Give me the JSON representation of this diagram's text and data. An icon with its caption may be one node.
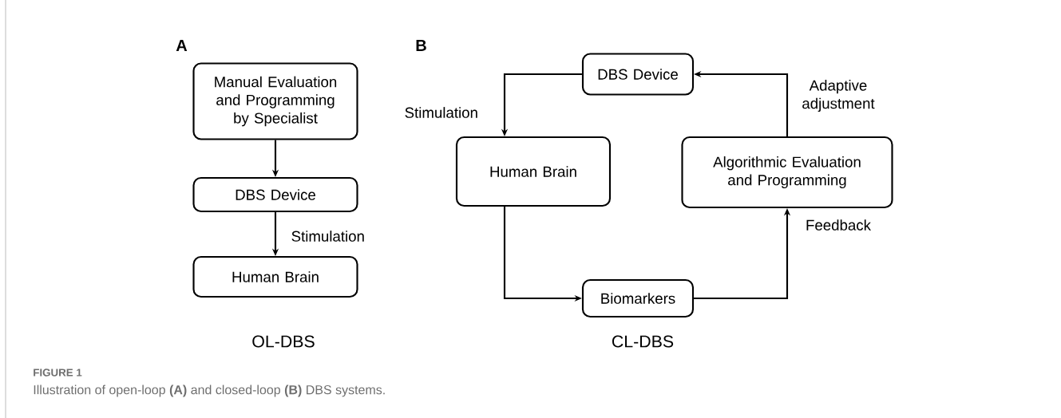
{
  "diagram": {
    "caption": "Illustration of open-loop **(A)** and closed-loop **(B)** DBS systems.",
    "nodes": [
      {
        "text": [
          "Manual Evaluation and Programming by Specialist"
        ]
      },
      {
        "text": [
          "DBS Device"
        ]
      },
      {
        "text": [
          "Human Brain"
        ]
      },
      {
        "text": [
          "DBS Device"
        ]
      },
      {
        "text": [
          "Human Brain"
        ]
      },
      {
        "text": [
          "Algorithmic Evaluation and Programming"
        ]
      },
      {
        "text": [
          "Biomarkers"
        ]
      }
    ],
    "edges": [
      {
        "from": 0,
        "to": 1,
        "arrow": "to"
      },
      {
        "from": 1,
        "to": 2,
        "arrow": "to",
        "label": "Stimulation"
      },
      {
        "from": 3,
        "to": 4,
        "arrow": "to",
        "label": "Stimulation"
      },
      {
        "from": 4,
        "to": 6,
        "arrow": "to"
      },
      {
        "from": 6,
        "to": 5,
        "arrow": "to",
        "label": "Feedback"
      },
      {
        "from": 5,
        "to": 3,
        "arrow": "to",
        "label": "Adaptive adjustment"
      }
    ],
    "labels": [
      "A",
      "B",
      "OL-DBS",
      "CL-DBS",
      "FIGURE 1"
    ]
  }
}
